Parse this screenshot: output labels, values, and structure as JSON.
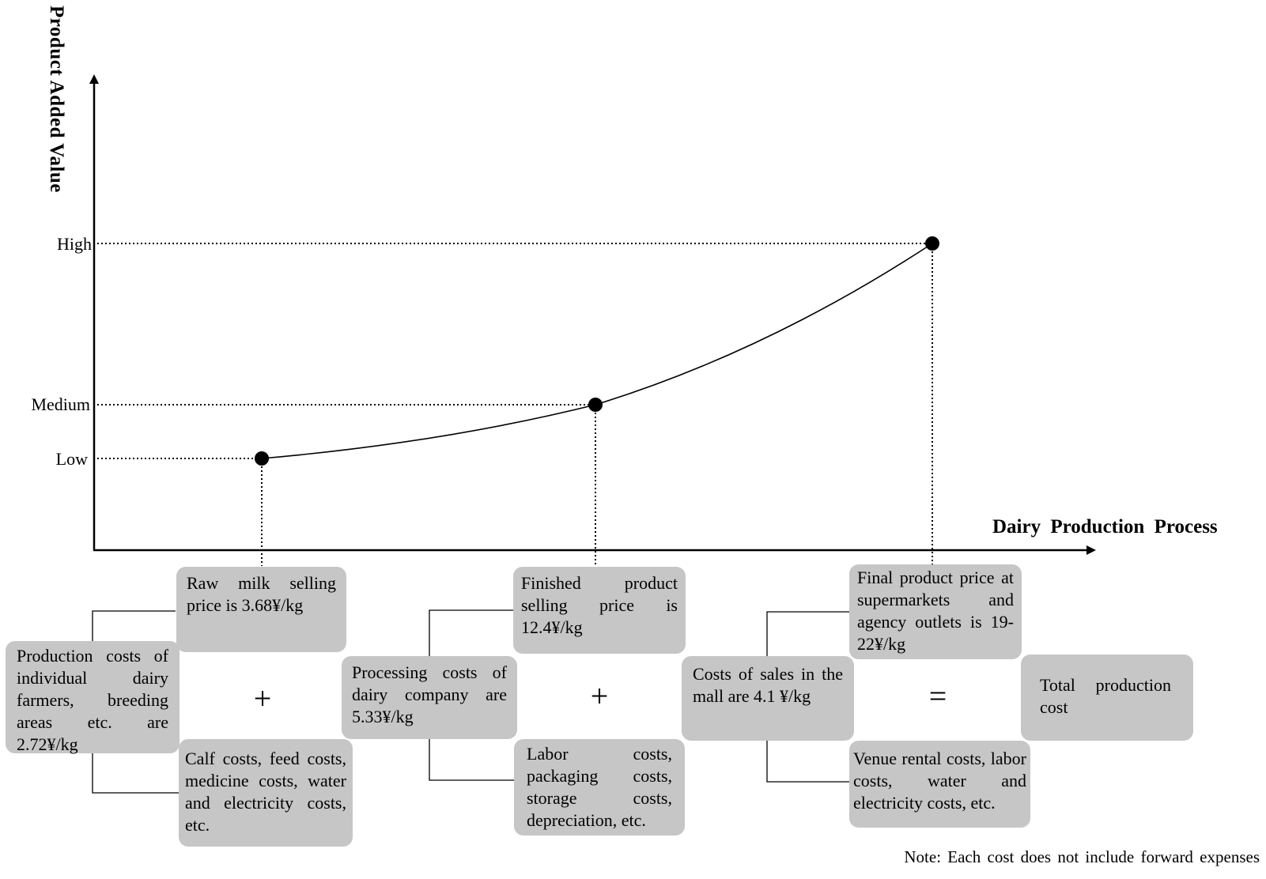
{
  "axes": {
    "y_title": "Product Added Value",
    "x_title": "Dairy Production Process",
    "levels": {
      "low": "Low",
      "medium": "Medium",
      "high": "High"
    }
  },
  "boxes": {
    "raw_milk_price": "Raw milk selling price is 3.68¥/kg",
    "farmer_costs": "Production costs of individual dairy farmers, breeding areas etc. are 2.72¥/kg",
    "calf_costs": "Calf costs, feed costs, medicine costs, water and electricity costs, etc.",
    "finished_price": "Finished product selling price is 12.4¥/kg",
    "processing_costs": "Processing costs of dairy company are 5.33¥/kg",
    "labor_costs": "Labor costs, packaging costs, storage costs, depreciation, etc.",
    "final_price": "Final product price at supermarkets and agency outlets is 19-22¥/kg",
    "mall_costs": "Costs of sales in the mall are 4.1 ¥/kg",
    "venue_costs": "Venue rental costs, labor costs, water and electricity costs, etc.",
    "total_cost": "Total production cost"
  },
  "operators": {
    "plus": "+",
    "equals": "="
  },
  "note": "Note: Each cost does not include forward expenses"
}
